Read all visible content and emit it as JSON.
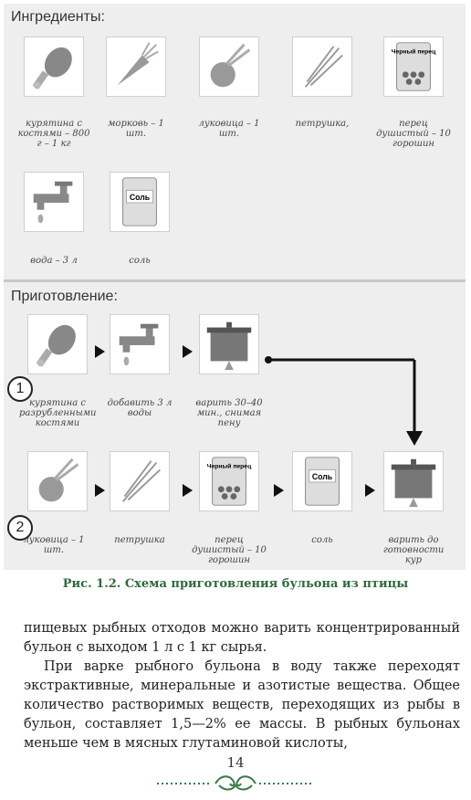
{
  "figure": {
    "ingredients_title": "Ингредиенты:",
    "preparation_title": "Приготовление:",
    "ingredients": [
      {
        "icon": "chicken-leg-icon",
        "caption": "курятина с костями – 800 г – 1 кг"
      },
      {
        "icon": "carrot-icon",
        "caption": "морковь – 1 шт."
      },
      {
        "icon": "onion-icon",
        "caption": "луковица – 1 шт."
      },
      {
        "icon": "parsley-icon",
        "caption": "петрушка,"
      },
      {
        "icon": "pepper-pack-icon",
        "caption": "перец душистый – 10 горошин"
      },
      {
        "icon": "water-tap-icon",
        "caption": "вода – 3 л"
      },
      {
        "icon": "salt-box-icon",
        "caption": "соль"
      }
    ],
    "pack_labels": {
      "pepper": "Черный перец",
      "salt": "Соль"
    },
    "step1": {
      "number": "1",
      "items": [
        {
          "icon": "chicken-leg-icon",
          "caption": "курятина с разрубленными костями"
        },
        {
          "icon": "water-tap-icon",
          "caption": "добавить 3 л воды"
        },
        {
          "icon": "boiling-pot-icon",
          "caption": "варить 30–40 мин., снимая пену"
        }
      ]
    },
    "step2": {
      "number": "2",
      "items": [
        {
          "icon": "onion-icon",
          "caption": "луковица – 1 шт."
        },
        {
          "icon": "parsley-icon",
          "caption": "петрушка"
        },
        {
          "icon": "pepper-pack-icon",
          "caption": "перец душистый – 10 горошин"
        },
        {
          "icon": "salt-box-icon",
          "caption": "соль"
        },
        {
          "icon": "boiling-pot-icon",
          "caption": "варить до готовности кур"
        }
      ]
    },
    "caption": "Рис. 1.2. Схема приготовления бульона из птицы"
  },
  "text": {
    "para1": "пищевых рыбных отходов можно варить концентрированный бульон с выходом 1 л с 1 кг сырья.",
    "para2": "При варке рыбного бульона в воду также переходят экстрактивные, минеральные и азотистые вещества. Общее количество растворимых веществ, переходящих из рыбы в бульон, составляет 1,5—2% ее массы. В рыбных бульонах меньше чем в мясных глутаминовой кислоты,"
  },
  "page_number": "14"
}
